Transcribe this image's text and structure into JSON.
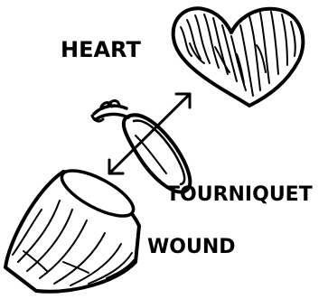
{
  "labels": {
    "heart": "HEART",
    "tourniquet": "TOURNIQUET",
    "wound": "WOUND"
  },
  "icons": {
    "heart": "heart-icon",
    "tourniquet": "tourniquet-icon",
    "wound": "wound-limb-icon",
    "arrow": "double-headed-arrow-icon"
  },
  "colors": {
    "ink": "#000000",
    "paper": "#ffffff"
  }
}
